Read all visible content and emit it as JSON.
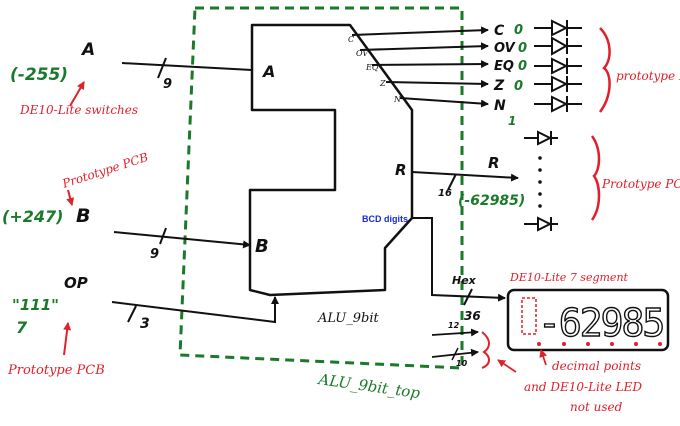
{
  "inputs": {
    "a_label": "A",
    "a_value": "(-255)",
    "a_source": "DE10-Lite switches",
    "a_width": "9",
    "b_label": "B",
    "b_value": "(+247)",
    "b_source": "Prototype PCB",
    "b_width": "9",
    "op_label": "OP",
    "op_value": "\"111\"",
    "op_value_dec": "7",
    "op_source": "Prototype PCB",
    "op_width": "3"
  },
  "alu": {
    "port_a": "A",
    "port_b": "B",
    "port_r": "R",
    "flag_c": "C",
    "flag_ov": "OV",
    "flag_eq": "EQ",
    "flag_z": "Z",
    "flag_n": "N",
    "name": "ALU_9bit",
    "top_name": "ALU_9bit_top"
  },
  "outputs": {
    "flag_labels": [
      "C",
      "OV",
      "EQ",
      "Z",
      "N"
    ],
    "flag_states": [
      "0",
      "0",
      "0",
      "0",
      "1"
    ],
    "flags_dest": "prototype PCB",
    "r_label": "R",
    "r_width": "16",
    "r_value": "(-62985)",
    "r_dest": "Prototype PCB",
    "bcd_label": "BCD digits",
    "hex_label": "Hex",
    "hex_width": "36",
    "led_width": "12",
    "dp_width": "10",
    "display_title": "DE10-Lite 7 segment",
    "display_digits": "-62985",
    "dp_note": "decimal points",
    "led_note": "and DE10-Lite LED",
    "not_used_note": "not used"
  },
  "colors": {
    "annotation": "#e0202a",
    "value": "#1a7a2a",
    "box_border": "#1a7a2a",
    "bcd": "#1a2ad6",
    "ink": "#111111"
  }
}
